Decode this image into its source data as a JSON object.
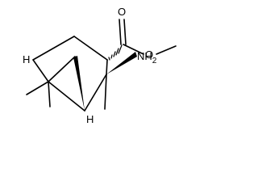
{
  "molecule": {
    "labels": {
      "carbonyl_oxygen": "O",
      "ester_oxygen": "O",
      "amino": "NH",
      "amino_subscript": "2",
      "hydrogen_top": "H",
      "hydrogen_bottom": "H"
    },
    "colors": {
      "bond": "#000000",
      "text": "#000000",
      "background": "#ffffff"
    }
  }
}
